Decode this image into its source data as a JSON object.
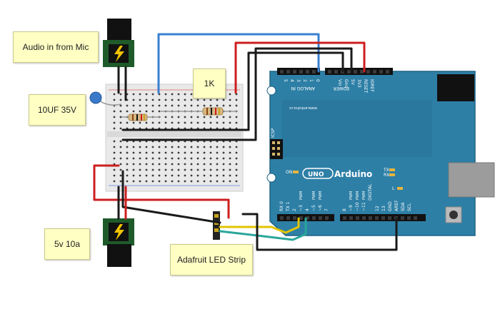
{
  "labels": {
    "audio_in": "Audio in from Mic",
    "capacitor": "10UF 35V",
    "resistor": "1K",
    "power": "5v 10a",
    "led_strip": "Adafruit LED Strip"
  },
  "arduino": {
    "brand": "Arduino",
    "model": "UNO",
    "website": "www.arduino.cc",
    "analog_in": "ANALOG IN",
    "power": "POWER",
    "digital": "DIGITAL",
    "icsp": "ICSP",
    "on": "ON",
    "tx": "TX",
    "rx": "RX",
    "led_l": "L",
    "aref": "AREF",
    "gnd": "GND",
    "reset": "RESET",
    "ioref": "IOREF",
    "v33": "3V3",
    "v5": "5V",
    "gnd_gnd": "Gnd",
    "vin": "Vin",
    "sda": "SDA",
    "scl": "SCL",
    "analog_pins": [
      "5",
      "4",
      "3",
      "2",
      "1",
      "0"
    ],
    "digital_pins_high": [
      "13",
      "12",
      "~11",
      "~10",
      "~9",
      "8"
    ],
    "digital_pins_low": [
      "7",
      "~6",
      "~5",
      "4",
      "~3",
      "2",
      "TX 1",
      "RX 0"
    ],
    "pwm": "PWM"
  },
  "colors": {
    "board": "#2d7fa6",
    "breadboard": "#e9e9e9",
    "wire_red": "#cc1f1f",
    "wire_blue": "#3a7fd1",
    "wire_black": "#1a1a1a",
    "wire_yellow": "#e2c400",
    "wire_green": "#2aa69b",
    "note_bg": "#ffffc4"
  }
}
